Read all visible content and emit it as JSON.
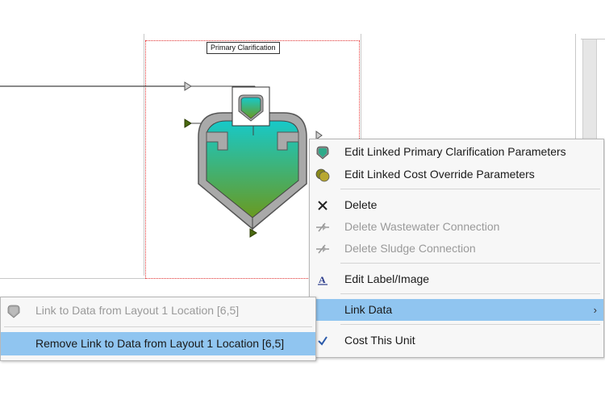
{
  "canvas": {
    "unit_label": "Primary Clarification"
  },
  "context_menu": {
    "items": [
      {
        "label": "Edit Linked Primary Clarification Parameters",
        "icon": "clarifier-icon",
        "enabled": true
      },
      {
        "label": "Edit Linked Cost Override Parameters",
        "icon": "coins-icon",
        "enabled": true
      },
      {
        "label": "Delete",
        "icon": "delete-x-icon",
        "enabled": true
      },
      {
        "label": "Delete Wastewater Connection",
        "icon": "pipe-connection-icon",
        "enabled": false
      },
      {
        "label": "Delete Sludge Connection",
        "icon": "pipe-connection-icon",
        "enabled": false
      },
      {
        "label": "Edit Label/Image",
        "icon": "label-a-icon",
        "enabled": true
      },
      {
        "label": "Link Data",
        "icon": "",
        "enabled": true,
        "selected": true,
        "submenu": true
      },
      {
        "label": "Cost This Unit",
        "icon": "checkmark-icon",
        "enabled": true,
        "checked": true
      }
    ],
    "submenu_arrow": "›"
  },
  "submenu": {
    "items": [
      {
        "label": "Link to Data from Layout 1 Location [6,5]",
        "icon": "clarifier-icon",
        "enabled": false
      },
      {
        "label": "Remove Link to Data from Layout 1 Location [6,5]",
        "icon": "",
        "enabled": true,
        "selected": true
      }
    ]
  },
  "colors": {
    "selection": "#90c5f0",
    "tank_top": "#17c9c9",
    "tank_bottom": "#6a9a20",
    "dashed_border": "#e03030"
  }
}
